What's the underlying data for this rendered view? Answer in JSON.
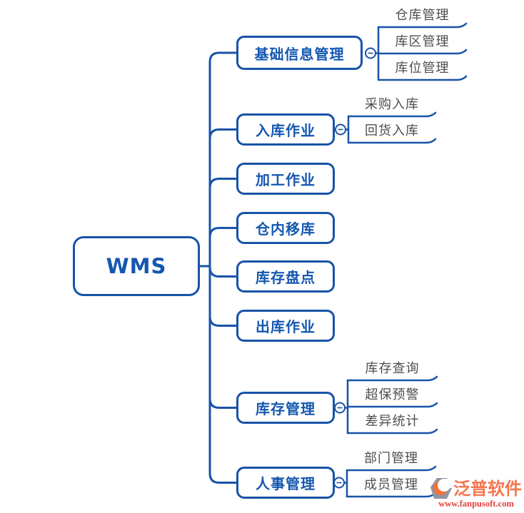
{
  "root": {
    "label": "WMS"
  },
  "branches": [
    {
      "label": "基础信息管理",
      "children": [
        "仓库管理",
        "库区管理",
        "库位管理"
      ]
    },
    {
      "label": "入库作业",
      "children": [
        "采购入库",
        "回货入库"
      ]
    },
    {
      "label": "加工作业",
      "children": []
    },
    {
      "label": "仓内移库",
      "children": []
    },
    {
      "label": "库存盘点",
      "children": []
    },
    {
      "label": "出库作业",
      "children": []
    },
    {
      "label": "库存管理",
      "children": [
        "库存查询",
        "超保预警",
        "差异统计"
      ]
    },
    {
      "label": "人事管理",
      "children": [
        "部门管理",
        "成员管理"
      ]
    }
  ],
  "collapse_glyph": "−",
  "watermark": {
    "brand": "泛普软件",
    "url": "www.fanpusoft.com"
  },
  "colors": {
    "line": "#1853a8",
    "node_text": "#1557b0",
    "child_text": "#4d4d4d",
    "brand_orange": "#f4764e",
    "brand_red": "#e2423c",
    "logo_gray": "#8e95a3"
  }
}
